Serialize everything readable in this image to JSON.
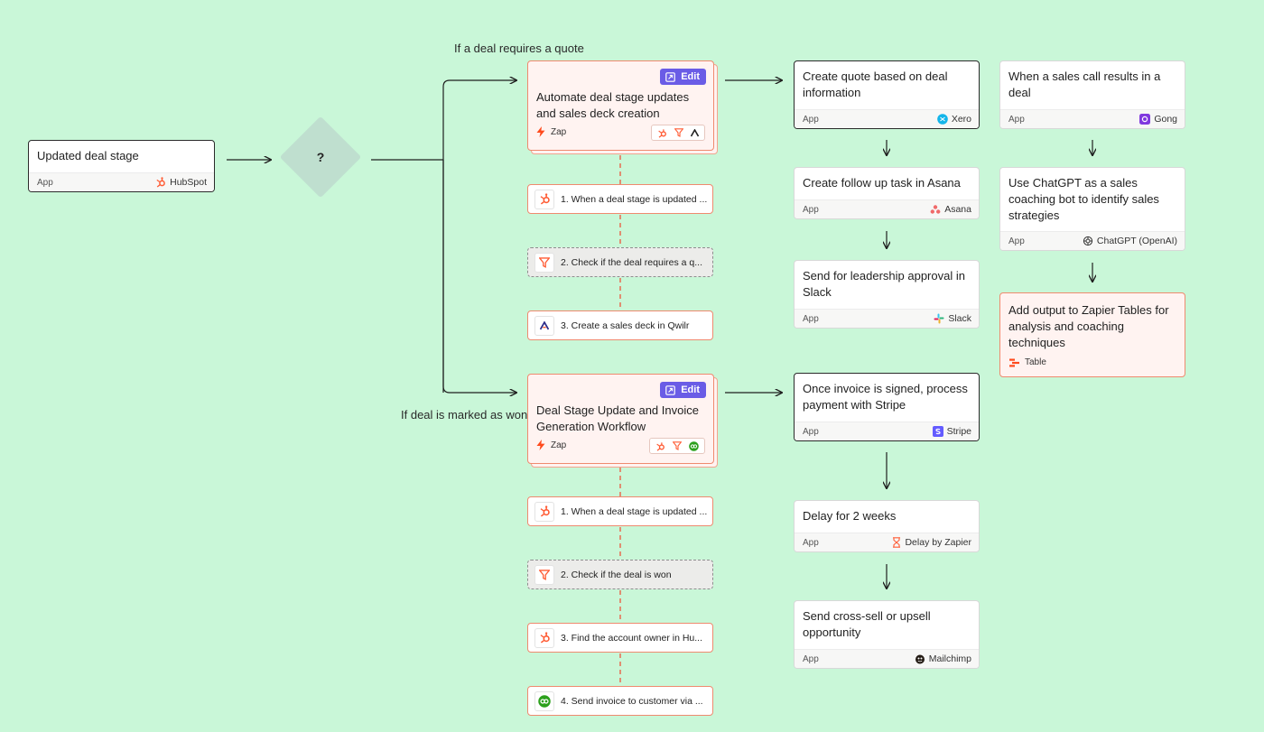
{
  "labels": {
    "branch_quote": "If a deal requires a quote",
    "branch_won": "If deal is marked as won"
  },
  "trigger": {
    "title": "Updated deal stage",
    "type": "App",
    "app": "HubSpot"
  },
  "decision": {
    "symbol": "?"
  },
  "zaps": [
    {
      "edit_label": "Edit",
      "title": "Automate deal stage updates and sales deck creation",
      "type": "Zap",
      "icons": [
        "hubspot-icon",
        "filter-icon",
        "qwilr-icon"
      ],
      "steps": [
        {
          "text": "1. When a deal stage is updated ...",
          "icon": "hubspot-icon",
          "kind": "action"
        },
        {
          "text": "2. Check if the deal requires a q...",
          "icon": "filter-icon",
          "kind": "filter"
        },
        {
          "text": "3. Create a sales deck in Qwilr",
          "icon": "qwilr-icon",
          "kind": "action"
        }
      ]
    },
    {
      "edit_label": "Edit",
      "title": "Deal Stage Update and Invoice Generation Workflow",
      "type": "Zap",
      "icons": [
        "hubspot-icon",
        "filter-icon",
        "quickbooks-icon"
      ],
      "steps": [
        {
          "text": "1. When a deal stage is updated ...",
          "icon": "hubspot-icon",
          "kind": "action"
        },
        {
          "text": "2. Check if the deal is won",
          "icon": "filter-icon",
          "kind": "filter"
        },
        {
          "text": "3. Find the account owner in Hu...",
          "icon": "hubspot-icon",
          "kind": "action"
        },
        {
          "text": "4. Send invoice to customer via ...",
          "icon": "quickbooks-icon",
          "kind": "action"
        }
      ]
    }
  ],
  "quote_flow": [
    {
      "title": "Create quote based on deal information",
      "type": "App",
      "app": "Xero"
    },
    {
      "title": "Create follow up task in Asana",
      "type": "App",
      "app": "Asana"
    },
    {
      "title": "Send for leadership approval in Slack",
      "type": "App",
      "app": "Slack"
    }
  ],
  "won_flow": [
    {
      "title": "Once invoice is signed, process payment with Stripe",
      "type": "App",
      "app": "Stripe"
    },
    {
      "title": "Delay for 2 weeks",
      "type": "App",
      "app": "Delay by Zapier"
    },
    {
      "title": "Send cross-sell or upsell opportunity",
      "type": "App",
      "app": "Mailchimp"
    }
  ],
  "call_flow": [
    {
      "title": "When a sales call results in a deal",
      "type": "App",
      "app": "Gong"
    },
    {
      "title": "Use ChatGPT as a sales coaching bot to identify sales strategies",
      "type": "App",
      "app": "ChatGPT (OpenAI)"
    },
    {
      "title": "Add output to Zapier Tables for analysis and coaching techniques",
      "app": "Table"
    }
  ],
  "colors": {
    "background": "#c9f7d8",
    "zap_border": "#ef8a6f",
    "edit_button": "#6a5ce6",
    "hubspot": "#ff5c35",
    "xero": "#13b5ea",
    "slack_accent": "#4a154b",
    "stripe": "#635bff",
    "gong": "#8039df",
    "quickbooks": "#2ca01c"
  }
}
